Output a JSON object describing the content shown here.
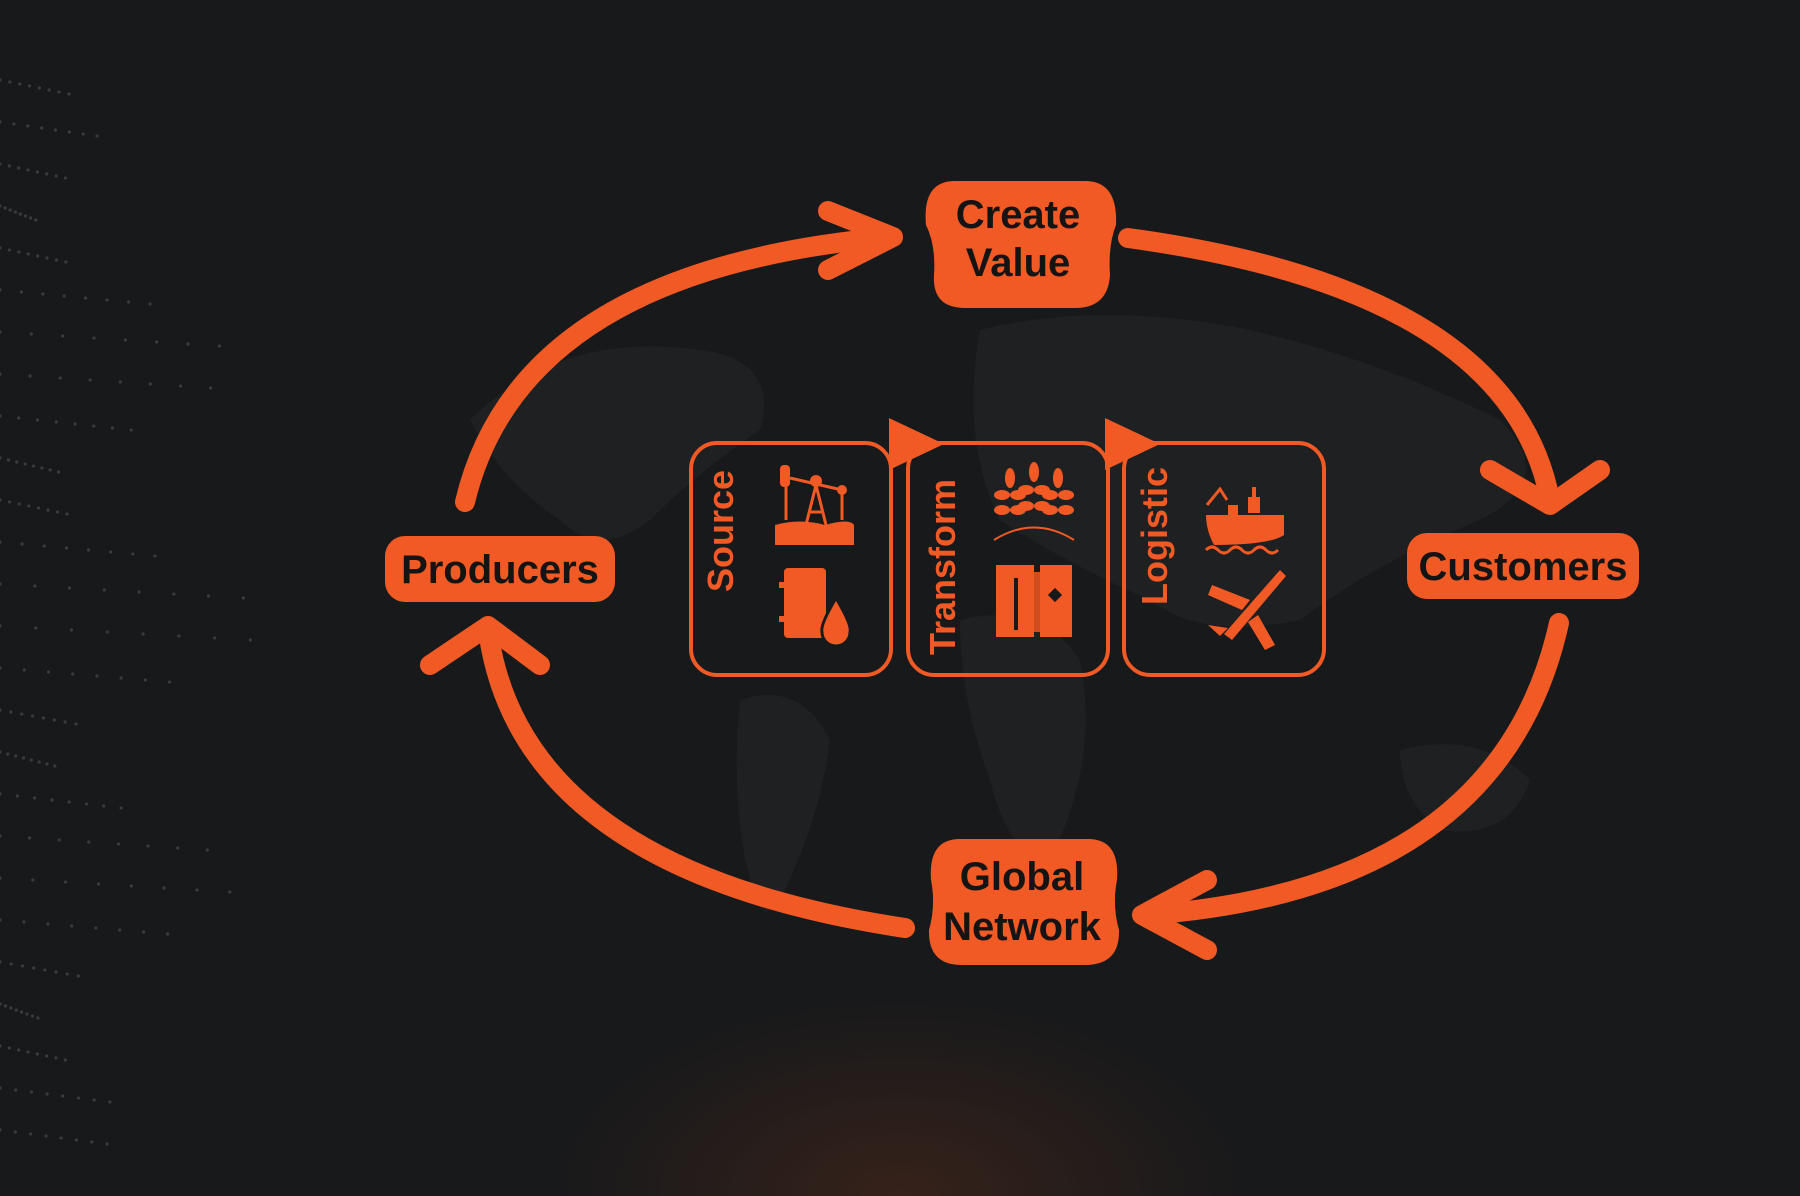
{
  "diagram": {
    "nodes": {
      "create_value": [
        "Create",
        "Value"
      ],
      "producers": "Producers",
      "customers": "Customers",
      "global_network": [
        "Global",
        "Network"
      ]
    },
    "stages": [
      {
        "label": "Source",
        "icons": [
          "oil-pump-icon",
          "oil-barrel-icon"
        ]
      },
      {
        "label": "Transform",
        "icons": [
          "wheat-icon",
          "refinery-icon"
        ]
      },
      {
        "label": "Logistic",
        "icons": [
          "cargo-ship-icon",
          "airplane-icon"
        ]
      }
    ],
    "colors": {
      "accent": "#F15A24",
      "background": "#18191b",
      "text_dark": "#141414"
    }
  }
}
